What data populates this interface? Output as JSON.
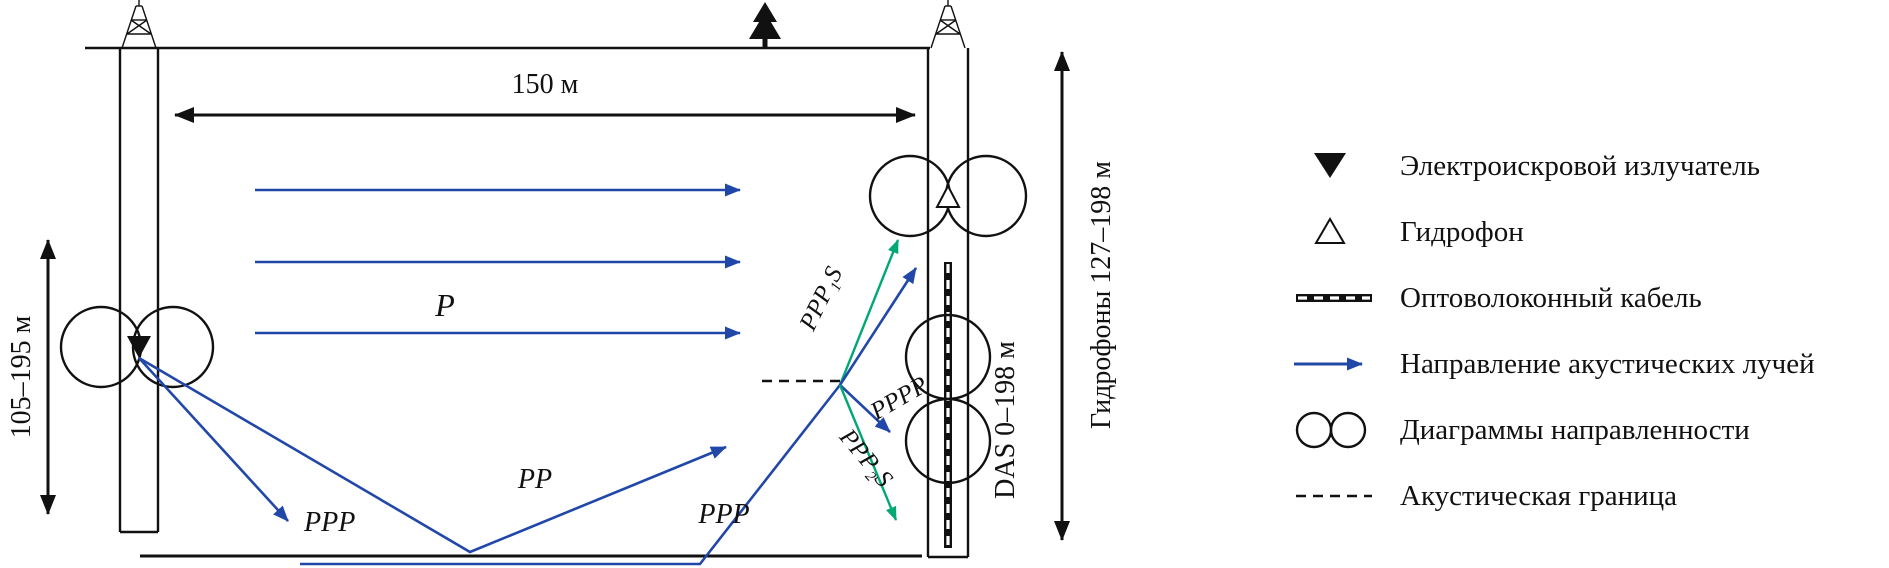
{
  "figure": {
    "measurements": {
      "well_distance": "150 м",
      "source_depth": "105–195 м",
      "das": "DAS  0–198 м",
      "hydrophones": "Гидрофоны  127–198 м"
    },
    "rays": {
      "p": "P",
      "pp": "PP",
      "ppp_a": "PPP",
      "ppp_b": "PPP",
      "pppp": "PPPP",
      "ppp1s": "PPP₁S",
      "ppp2s": "PPP₂S"
    },
    "colors": {
      "ray_blue": "#2148a8",
      "converted_teal": "#00a876"
    }
  },
  "legend": {
    "items": [
      {
        "icon": "source-triangle-icon",
        "label": "Электроискровой излучатель"
      },
      {
        "icon": "hydrophone-triangle-icon",
        "label": "Гидрофон"
      },
      {
        "icon": "fiber-cable-icon",
        "label": "Оптоволоконный кабель"
      },
      {
        "icon": "ray-arrow-icon",
        "label": "Направление акустических лучей"
      },
      {
        "icon": "radiation-pattern-icon",
        "label": "Диаграммы направленности"
      },
      {
        "icon": "acoustic-boundary-icon",
        "label": "Акустическая граница"
      }
    ]
  }
}
